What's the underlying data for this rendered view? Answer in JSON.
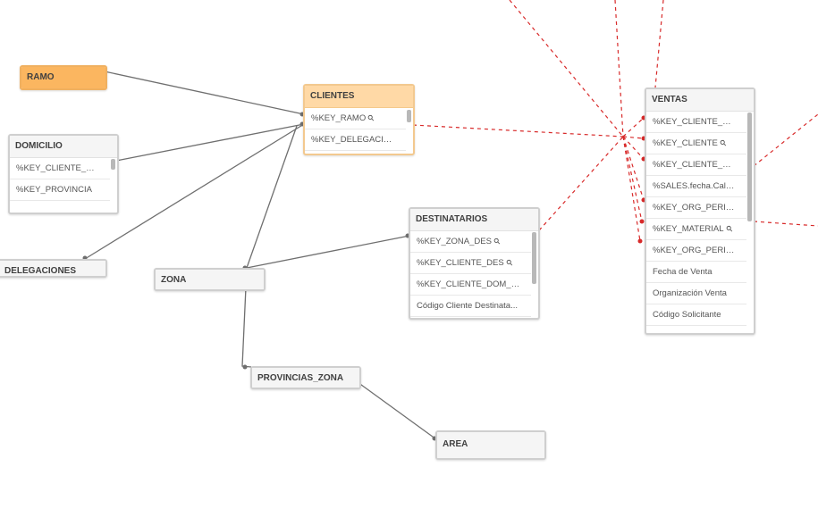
{
  "colors": {
    "link": "#6f6f6f",
    "synthetic_link": "#d82a2a",
    "selected_table": "#fbb660",
    "associated_table": "#ffd9a6"
  },
  "tables": {
    "ramo": {
      "name": "RAMO"
    },
    "clientes": {
      "name": "CLIENTES",
      "fields": [
        "%KEY_RAMO",
        "%KEY_DELEGACION"
      ]
    },
    "domicilio": {
      "name": "DOMICILIO",
      "fields": [
        "%KEY_CLIENTE_DO...",
        "%KEY_PROVINCIA"
      ]
    },
    "delegaciones": {
      "name": "DELEGACIONES"
    },
    "zona": {
      "name": "ZONA"
    },
    "destinatarios": {
      "name": "DESTINATARIOS",
      "fields": [
        "%KEY_ZONA_DES",
        "%KEY_CLIENTE_DES",
        "%KEY_CLIENTE_DOM_D...",
        "Código Cliente Destinata..."
      ]
    },
    "provincias_zona": {
      "name": "PROVINCIAS_ZONA"
    },
    "area": {
      "name": "AREA"
    },
    "ventas": {
      "name": "VENTAS",
      "fields": [
        "%KEY_CLIENTE_DES",
        "%KEY_CLIENTE",
        "%KEY_CLIENTE_MA...",
        "%SALES.fecha.Calen...",
        "%KEY_ORG_PERIOD...",
        "%KEY_MATERIAL",
        "%KEY_ORG_PERIOD...",
        "Fecha de Venta",
        "Organización Venta",
        "Código Solicitante"
      ]
    }
  }
}
